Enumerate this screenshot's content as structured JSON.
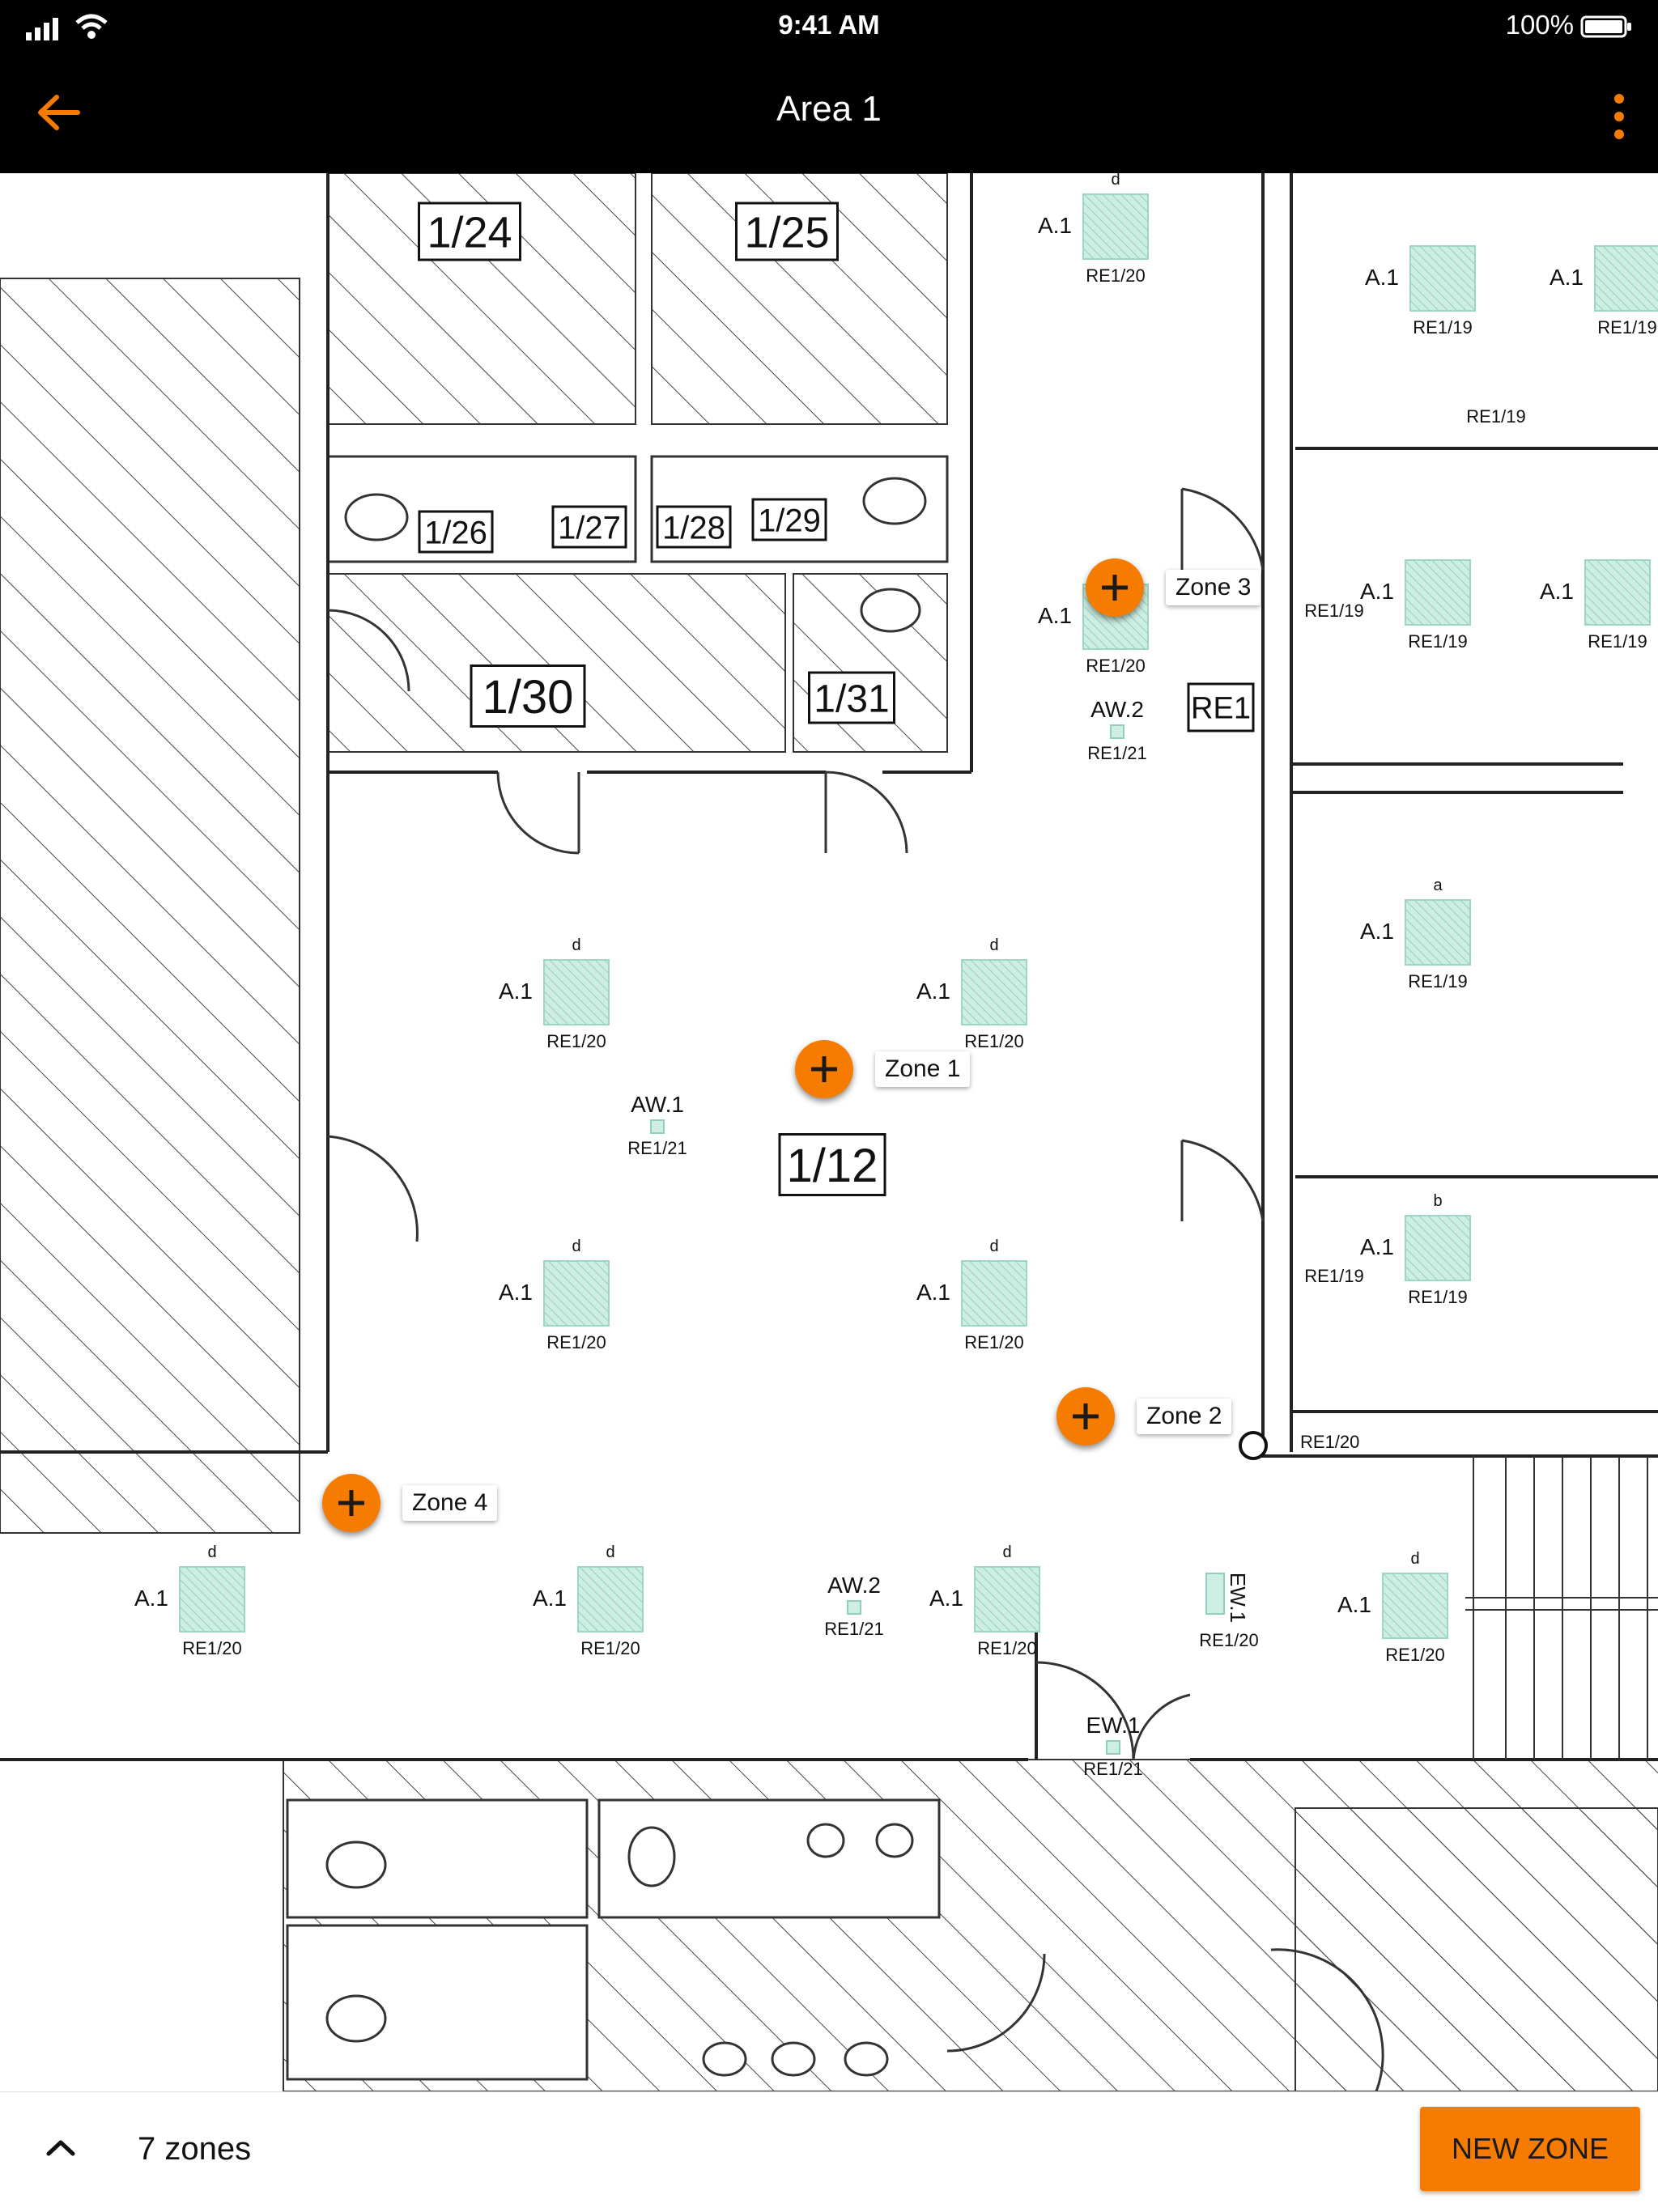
{
  "status_bar": {
    "time": "9:41 AM",
    "battery": "100%"
  },
  "header": {
    "title": "Area 1"
  },
  "plan": {
    "room_labels": [
      "1/24",
      "1/25",
      "1/26",
      "1/27",
      "1/28",
      "1/29",
      "1/30",
      "1/31",
      "1/12",
      "RE1"
    ],
    "fixture_labels": [
      "A.1",
      "AW.1",
      "AW.2",
      "EW.1",
      "RE1/19",
      "RE1/20",
      "RE1/21",
      "d",
      "a",
      "b"
    ],
    "zones": [
      {
        "label": "Zone 1"
      },
      {
        "label": "Zone 2"
      },
      {
        "label": "Zone 3"
      },
      {
        "label": "Zone 4"
      }
    ]
  },
  "bottom_bar": {
    "zones_count": "7 zones",
    "new_zone_label": "NEW ZONE"
  },
  "colors": {
    "accent": "#F57C00",
    "bar_background": "#000000"
  },
  "icons": [
    "signal-icon",
    "wifi-icon",
    "battery-icon",
    "back-arrow-icon",
    "more-vertical-icon",
    "plus-icon",
    "chevron-up-icon"
  ]
}
